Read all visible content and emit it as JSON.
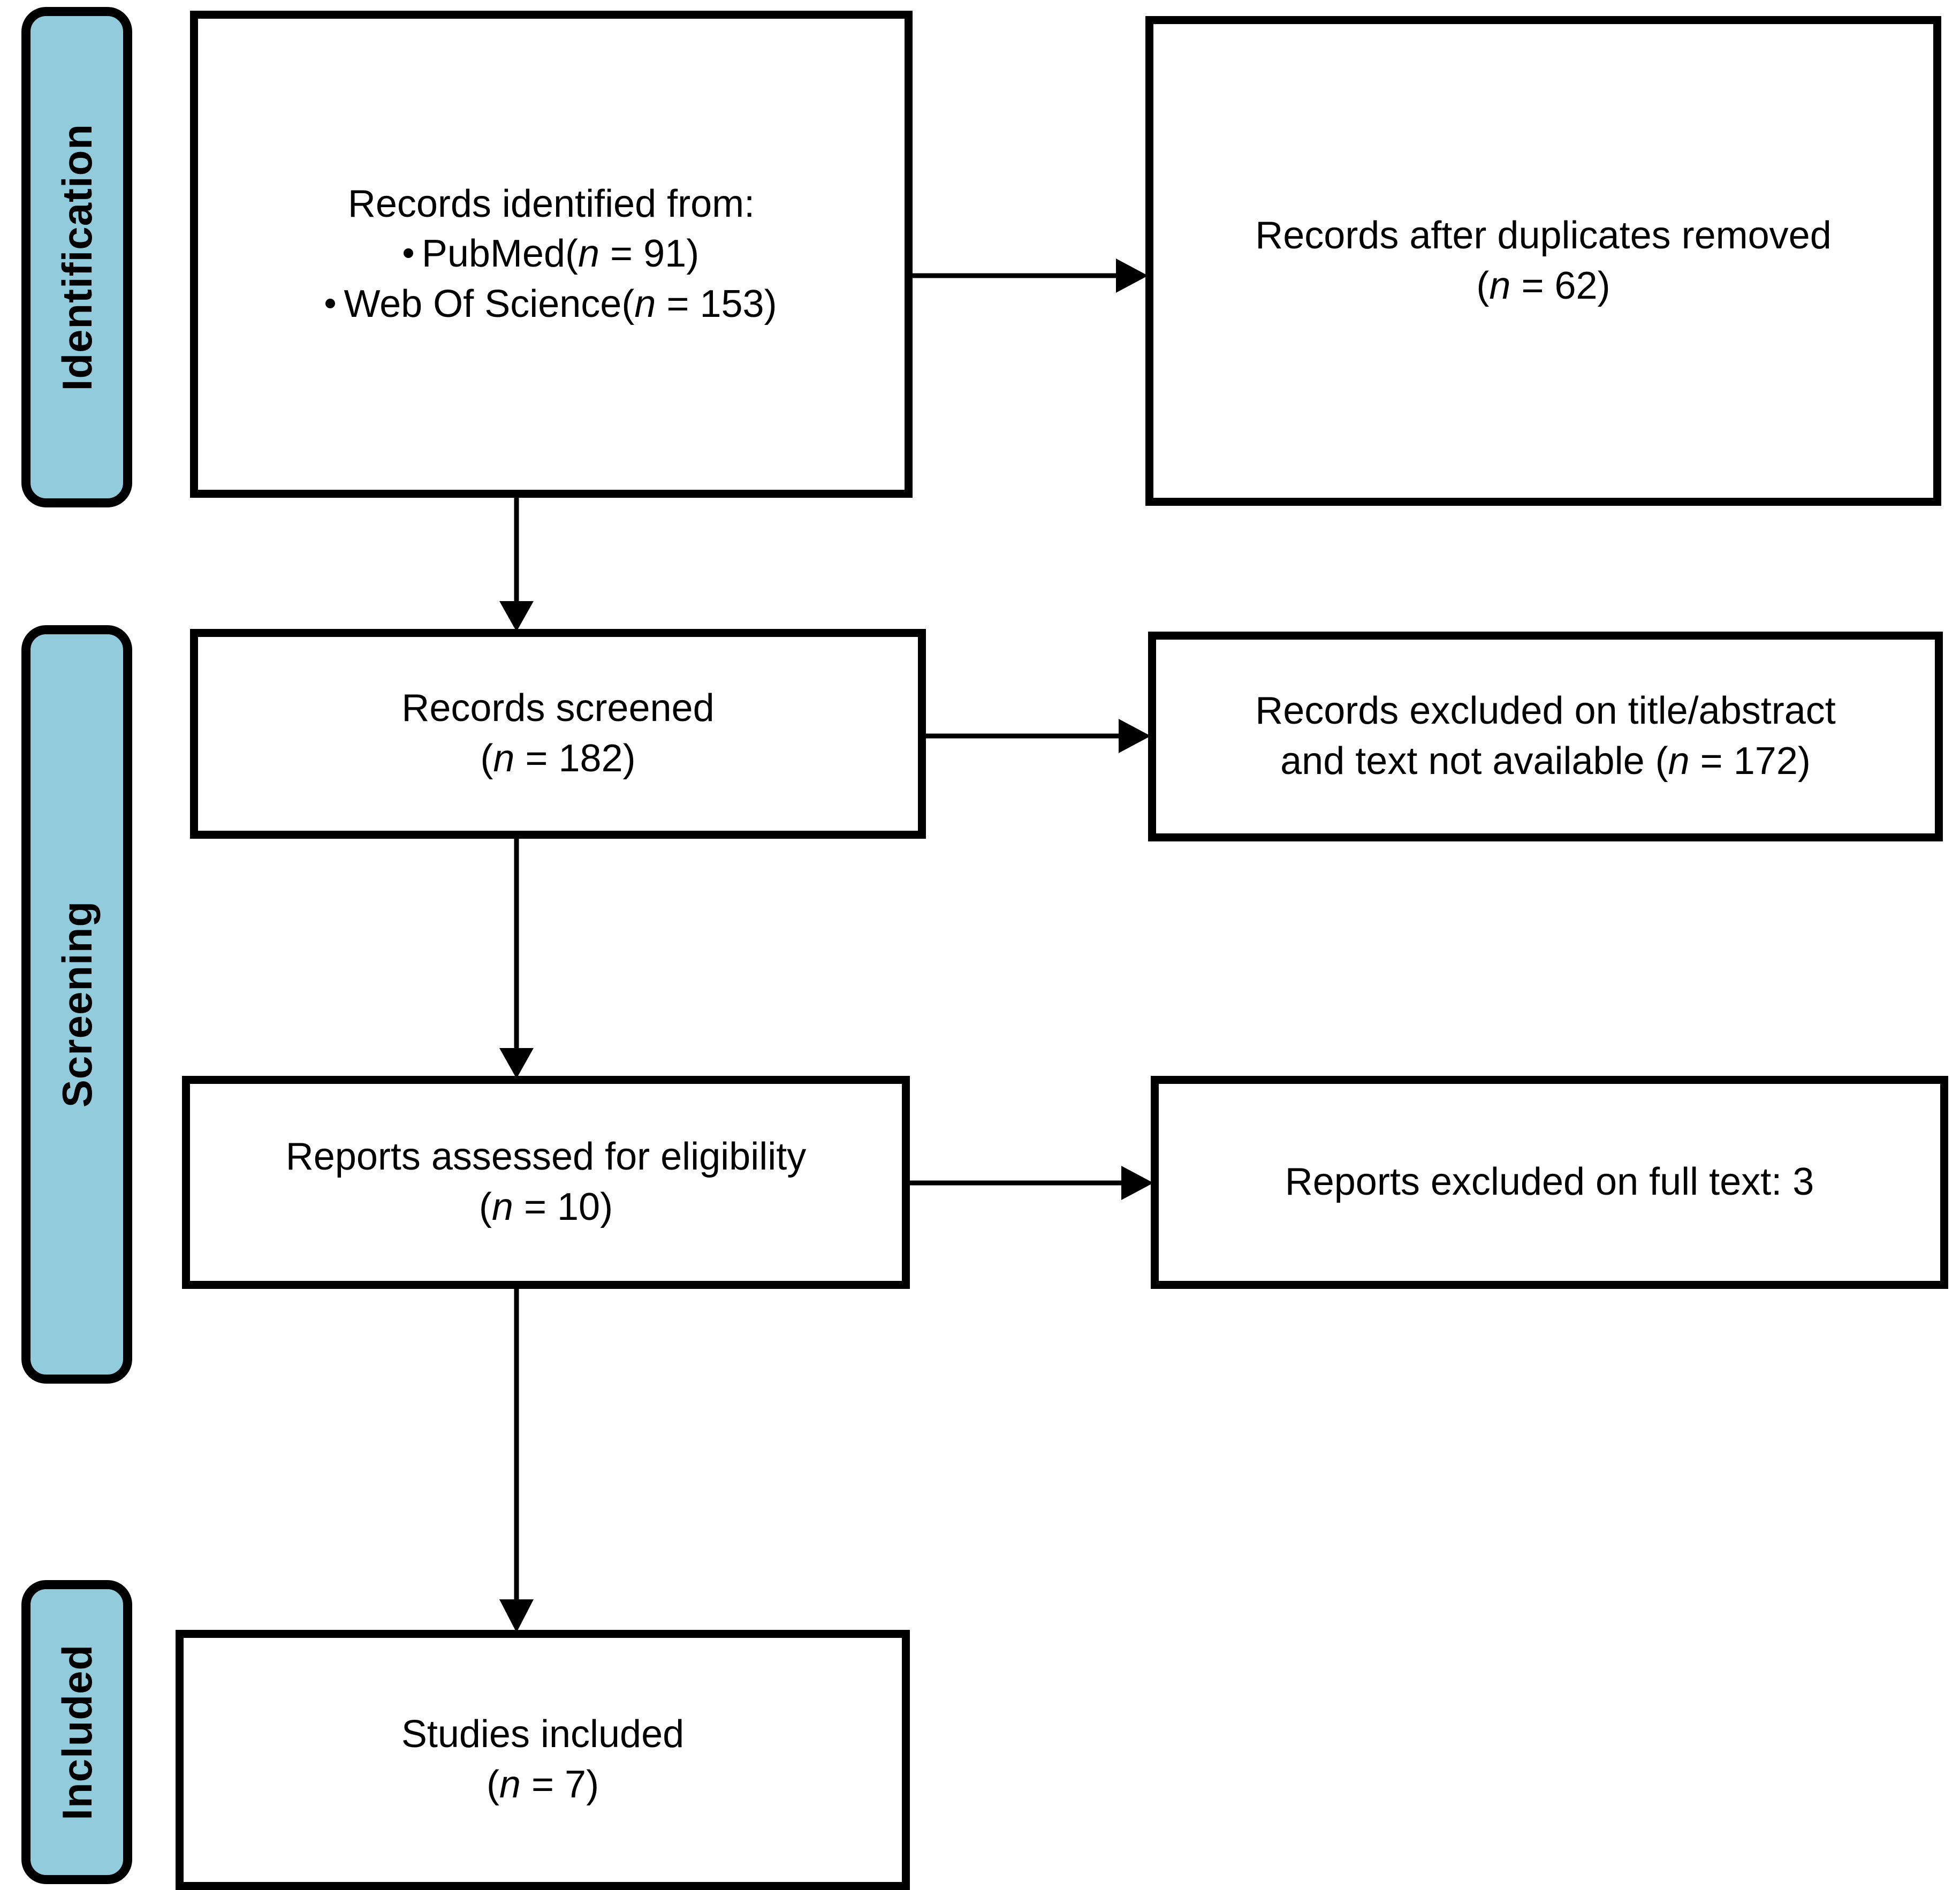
{
  "diagram": {
    "title": "PRISMA flow diagram",
    "type": "prisma-flowchart",
    "accent_color": "#92CBDC",
    "line_color": "#000000",
    "background_color": "#FFFFFF"
  },
  "stages": [
    {
      "id": "identification",
      "label": "Identification"
    },
    {
      "id": "screening",
      "label": "Screening"
    },
    {
      "id": "included",
      "label": "Included"
    }
  ],
  "boxes": {
    "records_identified": {
      "heading": "Records identified from:",
      "sources": [
        {
          "name": "PubMed",
          "n_prefix": "(",
          "n_label": "n",
          "n_eq": " = ",
          "n_value": "91",
          "n_suffix": ")"
        },
        {
          "name": "Web Of Science",
          "n_prefix": "(",
          "n_label": "n",
          "n_eq": " = ",
          "n_value": "153",
          "n_suffix": ")"
        }
      ]
    },
    "records_after_duplicates": {
      "line1": "Records after duplicates removed",
      "n_prefix": "(",
      "n_label": "n",
      "n_eq": " = ",
      "n_value": "62",
      "n_suffix": ")"
    },
    "records_screened": {
      "line1": "Records screened",
      "n_prefix": "(",
      "n_label": "n",
      "n_eq": " = ",
      "n_value": "182",
      "n_suffix": ")"
    },
    "records_excluded": {
      "line1": "Records excluded on title/abstract",
      "line2a": "and text not available ",
      "n_prefix": "(",
      "n_label": "n",
      "n_eq": " = ",
      "n_value": "172",
      "n_suffix": ")"
    },
    "reports_assessed": {
      "line1": "Reports assessed for eligibility",
      "n_prefix": "(",
      "n_label": "n",
      "n_eq": " = ",
      "n_value": "10",
      "n_suffix": ")"
    },
    "reports_excluded": {
      "line1": "Reports excluded on full text: 3"
    },
    "studies_included": {
      "line1": "Studies included",
      "n_prefix": "(",
      "n_label": "n",
      "n_eq": " = ",
      "n_value": "7",
      "n_suffix": ")"
    }
  },
  "connectors": [
    {
      "id": "identified-to-duplicates",
      "from": "records_identified",
      "to": "records_after_duplicates",
      "direction": "right"
    },
    {
      "id": "identified-to-screened",
      "from": "records_identified",
      "to": "records_screened",
      "direction": "down"
    },
    {
      "id": "screened-to-excluded",
      "from": "records_screened",
      "to": "records_excluded",
      "direction": "right"
    },
    {
      "id": "screened-to-assessed",
      "from": "records_screened",
      "to": "reports_assessed",
      "direction": "down"
    },
    {
      "id": "assessed-to-excluded",
      "from": "reports_assessed",
      "to": "reports_excluded",
      "direction": "right"
    },
    {
      "id": "assessed-to-included",
      "from": "reports_assessed",
      "to": "studies_included",
      "direction": "down"
    }
  ],
  "chart_data": {
    "type": "diagram",
    "title": "PRISMA flow diagram",
    "nodes": [
      {
        "id": "records_identified_pubmed",
        "label": "PubMed",
        "n": 91
      },
      {
        "id": "records_identified_wos",
        "label": "Web Of Science",
        "n": 153
      },
      {
        "id": "records_after_duplicates",
        "label": "Records after duplicates removed",
        "n": 62
      },
      {
        "id": "records_screened",
        "label": "Records screened",
        "n": 182
      },
      {
        "id": "records_excluded",
        "label": "Records excluded on title/abstract and text not available",
        "n": 172
      },
      {
        "id": "reports_assessed",
        "label": "Reports assessed for eligibility",
        "n": 10
      },
      {
        "id": "reports_excluded",
        "label": "Reports excluded on full text",
        "n": 3
      },
      {
        "id": "studies_included",
        "label": "Studies included",
        "n": 7
      }
    ]
  }
}
